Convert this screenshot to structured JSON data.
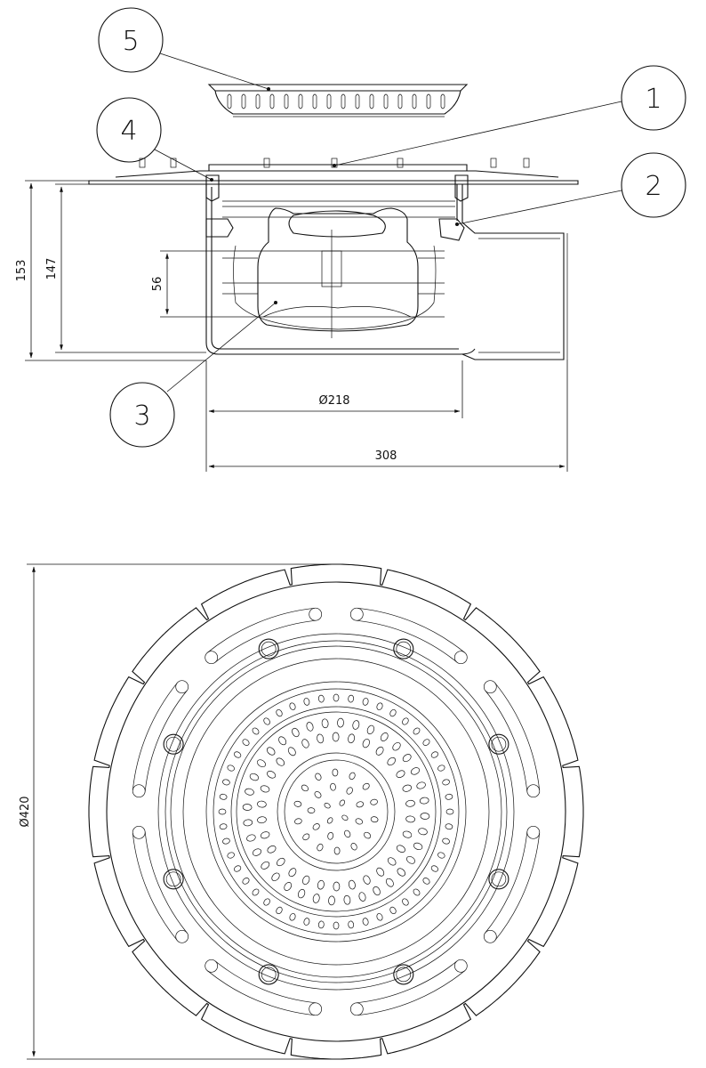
{
  "balloons": [
    "1",
    "2",
    "3",
    "4",
    "5"
  ],
  "dimensions": {
    "overall_height": "153",
    "body_height": "147",
    "trap_height": "56",
    "body_diameter": "Ø218",
    "overall_length": "308",
    "flange_diameter": "Ø420"
  }
}
